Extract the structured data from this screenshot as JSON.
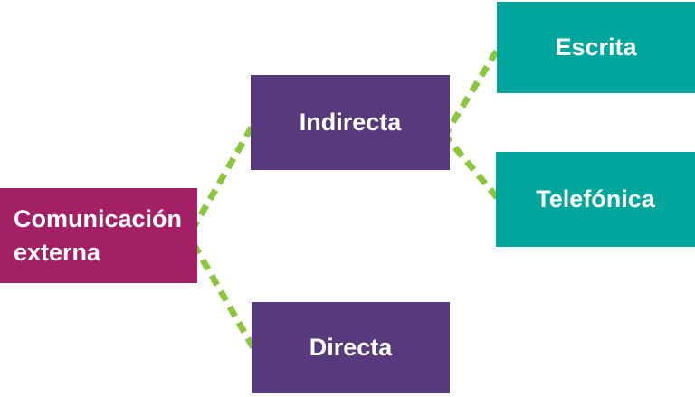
{
  "diagram": {
    "type": "tree",
    "direction": "left-to-right",
    "background": "#ffffff",
    "connector": {
      "color": "#8cc63e",
      "style": "dashed"
    },
    "nodes": {
      "root": {
        "label": "Comunicación externa",
        "color": "#a32067",
        "text_color": "#ffffff"
      },
      "indirecta": {
        "label": "Indirecta",
        "color": "#563a7b",
        "text_color": "#ffffff"
      },
      "directa": {
        "label": "Directa",
        "color": "#563a7b",
        "text_color": "#ffffff"
      },
      "escrita": {
        "label": "Escrita",
        "color": "#00a69b",
        "text_color": "#ffffff"
      },
      "telefonica": {
        "label": "Telefónica",
        "color": "#00a69b",
        "text_color": "#ffffff"
      }
    },
    "edges": [
      {
        "from": "root",
        "to": "indirecta"
      },
      {
        "from": "root",
        "to": "directa"
      },
      {
        "from": "indirecta",
        "to": "escrita"
      },
      {
        "from": "indirecta",
        "to": "telefonica"
      }
    ]
  }
}
